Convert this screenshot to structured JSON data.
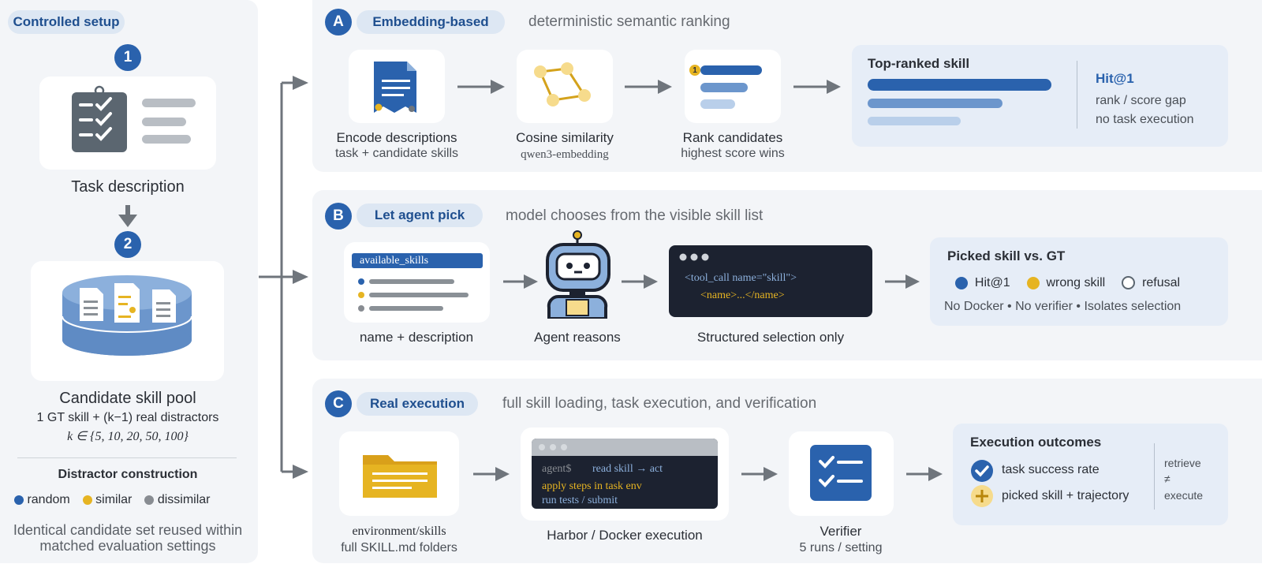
{
  "colors": {
    "accent": "#2a62ad",
    "gold": "#e6b422",
    "panel": "#f3f5f8",
    "gray": "#888c92",
    "dark": "#1c2230"
  },
  "setup": {
    "label": "Controlled setup",
    "step1": "1",
    "step2": "2",
    "task_title": "Task description",
    "pool_title": "Candidate skill pool",
    "pool_line1": "1 GT skill + (k−1) real distractors",
    "pool_line2": "k ∈ {5, 10, 20, 50, 100}",
    "distractor_title": "Distractor construction",
    "legend": [
      "random",
      "similar",
      "dissimilar"
    ],
    "footer": "Identical candidate set reused within matched evaluation settings"
  },
  "A": {
    "letter": "A",
    "label": "Embedding-based",
    "subtitle": "deterministic semantic ranking",
    "steps": [
      {
        "t": "Encode descriptions",
        "s": "task + candidate skills"
      },
      {
        "t": "Cosine similarity",
        "s": "qwen3-embedding"
      },
      {
        "t": "Rank candidates",
        "s": "highest score wins"
      }
    ],
    "rank_badge": "1",
    "result_title": "Top-ranked skill",
    "metric": "Hit@1",
    "metric_l1": "rank / score gap",
    "metric_l2": "no task execution"
  },
  "B": {
    "letter": "B",
    "label": "Let agent pick",
    "subtitle": "model chooses from the visible skill list",
    "skills_header": "available_skills",
    "code_l1": "<tool_call name=\"skill\">",
    "code_l2": "<name>...</name>",
    "steps": [
      {
        "t": "name + description"
      },
      {
        "t": "Agent reasons"
      },
      {
        "t": "Structured selection only"
      }
    ],
    "result_title": "Picked skill vs. GT",
    "legend": [
      "Hit@1",
      "wrong skill",
      "refusal"
    ],
    "footnote": "No Docker • No verifier • Isolates selection"
  },
  "C": {
    "letter": "C",
    "label": "Real execution",
    "subtitle": "full skill loading, task execution, and verification",
    "term_prompt": "agent$",
    "term_cmd": "read skill → act",
    "term_l2": "apply steps in task env",
    "term_l3": "run tests / submit",
    "steps": [
      {
        "t": "environment/skills",
        "s": "full SKILL.md folders"
      },
      {
        "t": "Harbor / Docker execution",
        "s": ""
      },
      {
        "t": "Verifier",
        "s": "5 runs / setting"
      }
    ],
    "result_title": "Execution outcomes",
    "out1": "task success rate",
    "out2": "picked skill + trajectory",
    "side1": "retrieve",
    "side2": "≠",
    "side3": "execute"
  }
}
